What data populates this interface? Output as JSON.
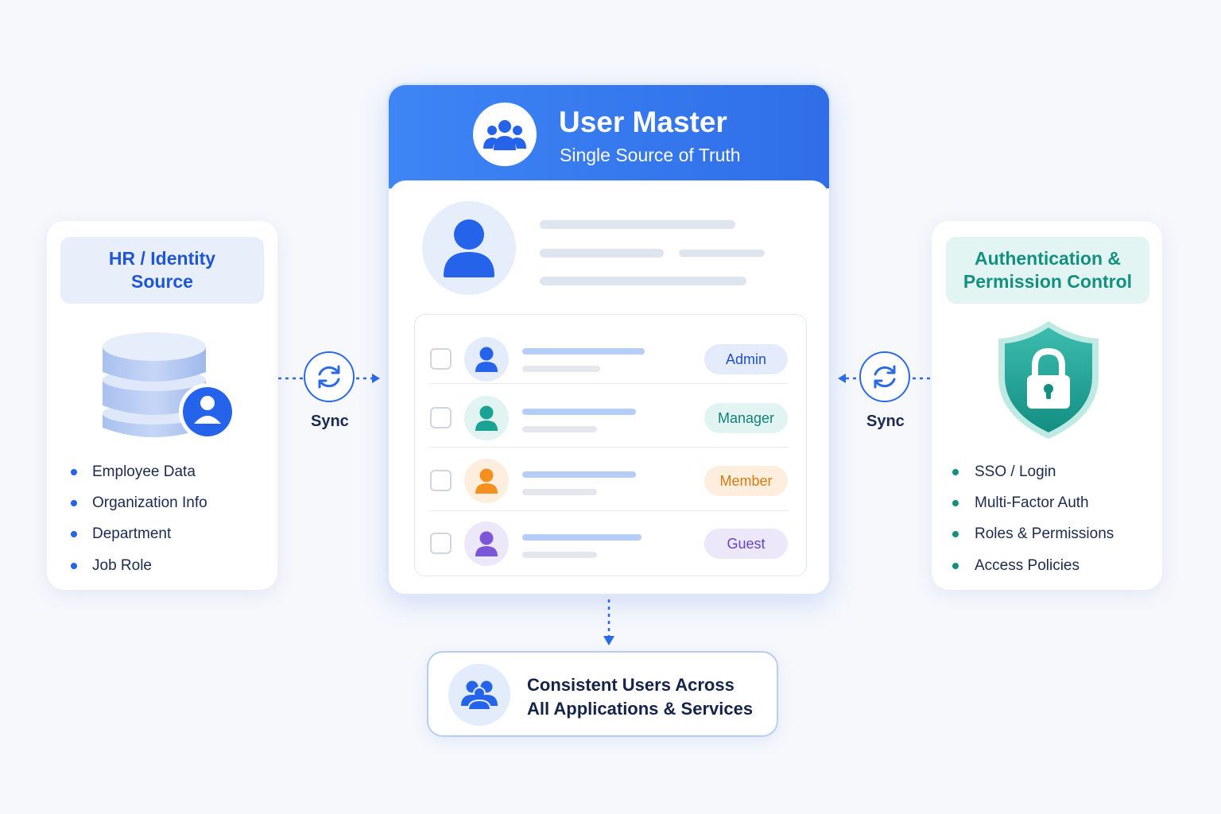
{
  "main": {
    "title": "User Master",
    "subtitle": "Single Source of Truth",
    "users": [
      {
        "role": "Admin",
        "avatar_color": "#2563eb",
        "avatar_bg": "#e4ecfb",
        "badge_bg": "#e4ecfb",
        "badge_color": "#2050c8",
        "line_color": "#b6cdf7"
      },
      {
        "role": "Manager",
        "avatar_color": "#1aa394",
        "avatar_bg": "#e1f4f1",
        "badge_bg": "#e1f4f1",
        "badge_color": "#13807a",
        "line_color": "#b6cdf7"
      },
      {
        "role": "Member",
        "avatar_color": "#f5901e",
        "avatar_bg": "#fdeedd",
        "badge_bg": "#fdeedd",
        "badge_color": "#d97a10",
        "line_color": "#b6cdf7"
      },
      {
        "role": "Guest",
        "avatar_color": "#7b57d8",
        "avatar_bg": "#ede7fa",
        "badge_bg": "#ede7fa",
        "badge_color": "#6345c2",
        "line_color": "#b6cdf7"
      }
    ]
  },
  "left_panel": {
    "title": "HR / Identity\nSource",
    "items": [
      "Employee Data",
      "Organization Info",
      "Department",
      "Job Role"
    ]
  },
  "right_panel": {
    "title": "Authentication &\nPermission Control",
    "items": [
      "SSO / Login",
      "Multi-Factor Auth",
      "Roles & Permissions",
      "Access Policies"
    ]
  },
  "sync": {
    "left_label": "Sync",
    "right_label": "Sync"
  },
  "bottom": {
    "text": "Consistent Users Across\nAll Applications & Services"
  },
  "icons": {
    "main_header": "users-group-icon",
    "left": "database-user-icon",
    "right": "shield-lock-icon",
    "sync": "sync-icon",
    "bottom": "users-group-icon"
  },
  "colors": {
    "primary": "#2f6ee8",
    "teal": "#13907f"
  }
}
